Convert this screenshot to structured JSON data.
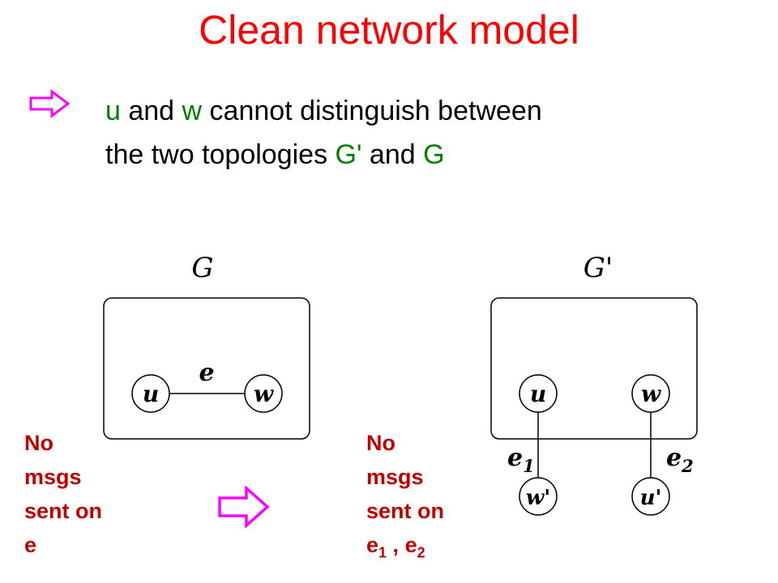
{
  "title": "Clean network model",
  "bullet": {
    "line1": {
      "u": "u",
      "mid": " and ",
      "w": "w",
      "rest": " cannot distinguish between"
    },
    "line2": {
      "pre": "the two topologies ",
      "gp": "G'",
      "mid": "  and  ",
      "g": "G"
    }
  },
  "graph_g": {
    "label": "G",
    "node_u": "u",
    "node_w": "w",
    "edge": "e"
  },
  "graph_gp": {
    "label": "G'",
    "node_u": "u",
    "node_w": "w",
    "node_wp": "w'",
    "node_up": "u'",
    "edge1": "e",
    "edge1_sub": "1",
    "edge2": "e",
    "edge2_sub": "2"
  },
  "note_left": {
    "l1": "No",
    "l2": "msgs",
    "l3": "sent on",
    "l4": "e"
  },
  "note_right": {
    "l1": "No",
    "l2": "msgs",
    "l3": "sent on",
    "l4_e1": "e",
    "l4_sub1": "1",
    "l4_sep": " , ",
    "l4_e2": "e",
    "l4_sub2": "2"
  },
  "colors": {
    "title": "#ff0000",
    "green": "#008000",
    "note": "#c00000",
    "arrow": "#ff00ff"
  }
}
